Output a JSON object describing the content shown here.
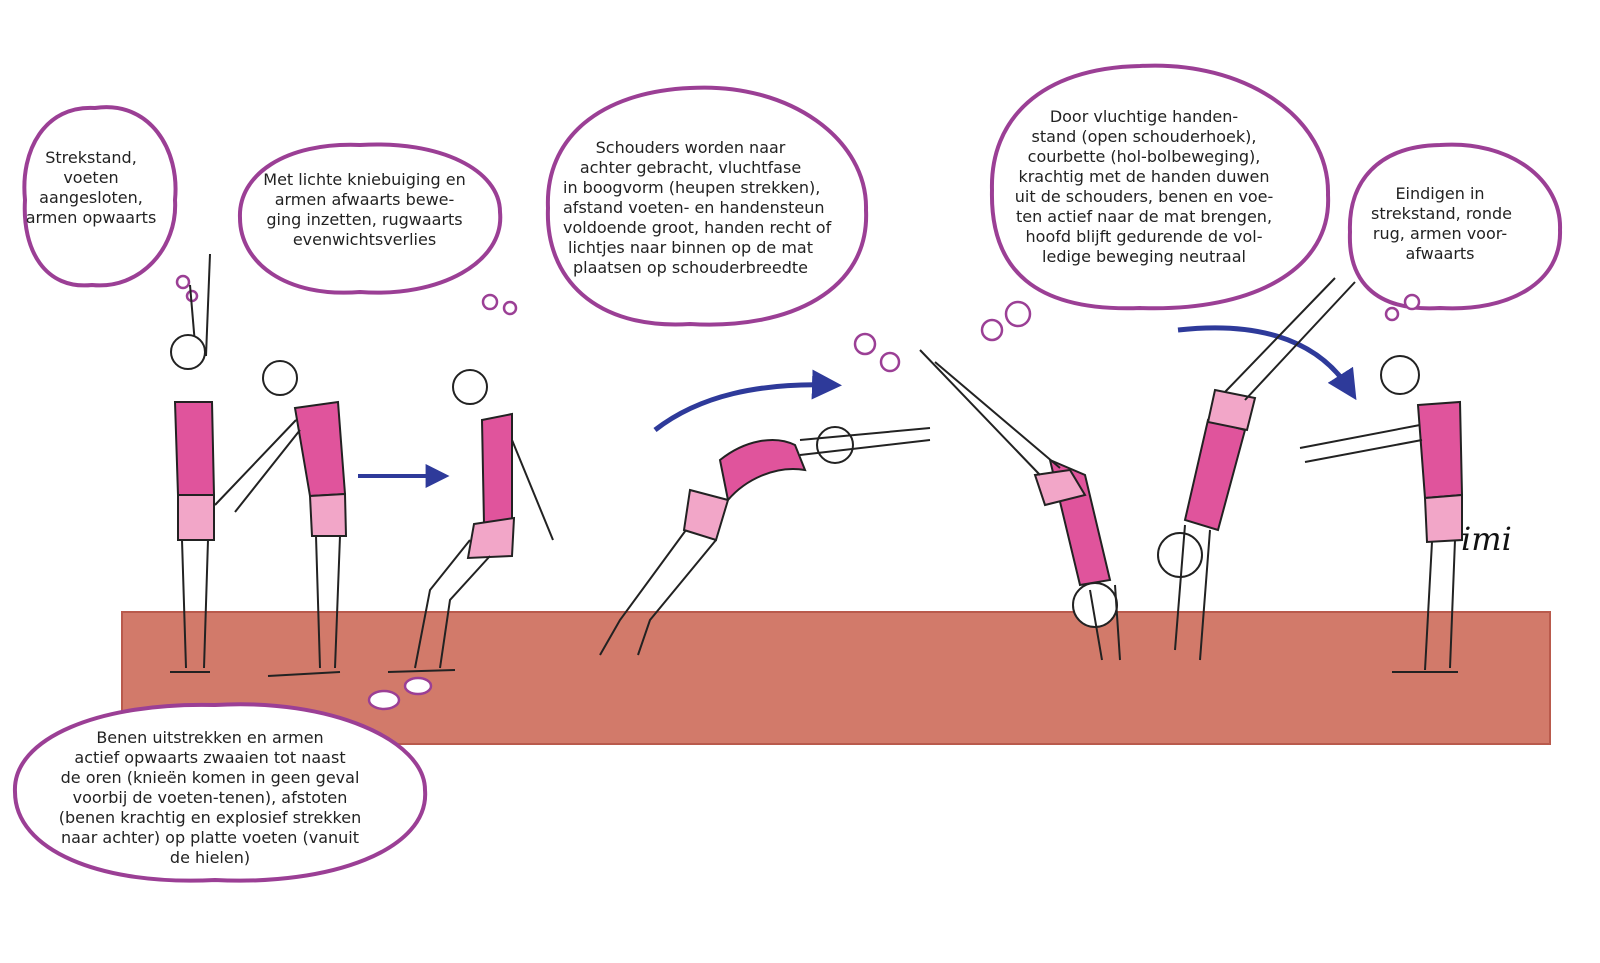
{
  "bubbles": {
    "start_position": [
      "Strekstand,",
      "voeten",
      "aangesloten,",
      "armen opwaarts"
    ],
    "knee_bend": [
      "Met lichte kniebuiging en",
      "armen afwaarts bewe-",
      "ging inzetten, rugwaarts",
      "evenwichtsverlies"
    ],
    "flight_phase": [
      "Schouders worden naar",
      "achter gebracht, vluchtfase",
      "in boogvorm (heupen strekken),",
      "afstand voeten- en handensteun",
      "voldoende groot, handen recht of",
      "lichtjes naar binnen op de mat",
      "plaatsen op schouderbreedte"
    ],
    "handstand": [
      "Door vluchtige handen-",
      "stand (open schouderhoek),",
      "courbette (hol-bolbeweging),",
      "krachtig met de handen duwen",
      "uit de schouders, benen en voe-",
      "ten actief naar de mat brengen,",
      "hoofd blijft gedurende de vol-",
      "ledige beweging neutraal"
    ],
    "finish": [
      "Eindigen in",
      "strekstand, ronde",
      "rug, armen voor-",
      "afwaarts"
    ],
    "leg_extension": [
      "Benen uitstrekken en armen",
      "actief opwaarts zwaaien tot naast",
      "de oren (knieën komen in geen geval",
      "voorbij de voeten-tenen), afstoten",
      "(benen krachtig en explosief strekken",
      "naar achter) op platte voeten (vanuit",
      "de hielen)"
    ]
  },
  "signature": "imi",
  "colors": {
    "bubble_outline": "#9b3f95",
    "mat": "#d27a6a",
    "mat_edge": "#b95a4c",
    "leotard": "#e0549c",
    "shorts": "#f2a6c8",
    "arrow": "#2e3a9a"
  }
}
